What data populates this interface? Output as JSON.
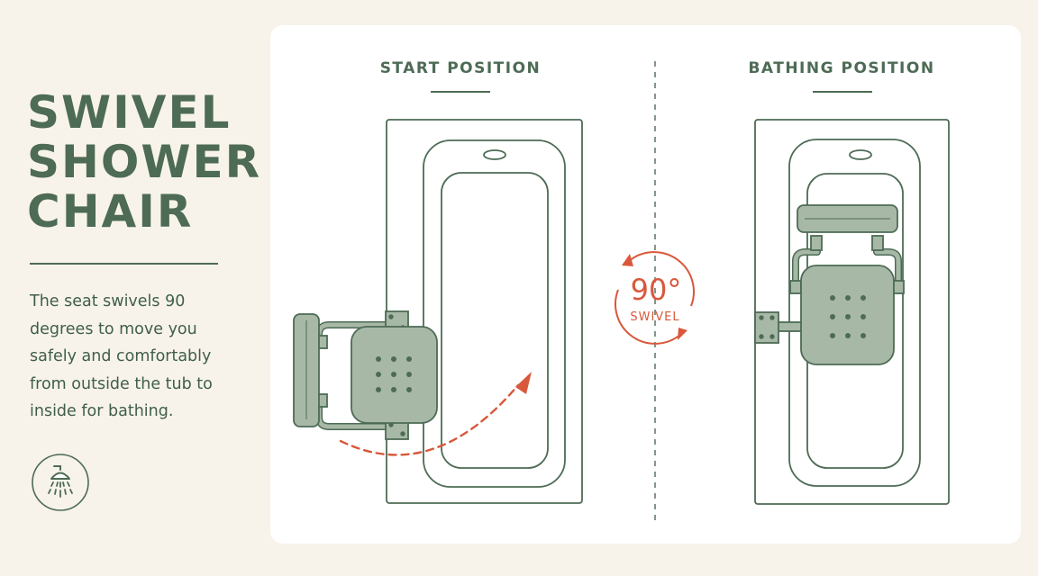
{
  "title": {
    "line1": "SWIVEL",
    "line2": "SHOWER",
    "line3": "CHAIR"
  },
  "description": "The seat swivels 90 degrees to move you safely and comfortably from outside the tub to inside for bathing.",
  "panels": {
    "start_label": "START POSITION",
    "bath_label": "BATHING POSITION"
  },
  "swivel": {
    "angle": "90°",
    "label": "SWIVEL"
  },
  "icons": {
    "shower": "shower-head-icon"
  },
  "colors": {
    "background": "#f8f3ea",
    "card": "#ffffff",
    "primary_green": "#4d6b55",
    "chair_fill": "#a7b9a6",
    "accent_orange": "#d9583b"
  }
}
